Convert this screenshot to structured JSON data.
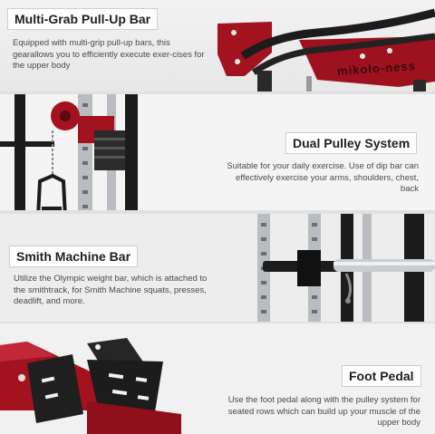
{
  "sections": [
    {
      "title": "Multi-Grab Pull-Up Bar",
      "description": "Equipped with multi-grip pull-up bars, this gearallows you to efficiently execute exer-cises for the upper body"
    },
    {
      "title": "Dual Pulley System",
      "description": "Suitable for your daily exercise. Use of dip bar can effectively exercise your arms, shoulders, chest, back"
    },
    {
      "title": "Smith Machine Bar",
      "description": "Utilize the Olympic weight bar, which is attached to the smithtrack, for Smith Machine squats, presses, deadlift, and more."
    },
    {
      "title": "Foot Pedal",
      "description": "Use the foot pedal along with the pulley system for seated rows which can build up your muscle of the upper body"
    }
  ],
  "brand_text": "mikolo-ness",
  "colors": {
    "frame_red": "#a3121f",
    "frame_black": "#1c1c1c",
    "steel": "#b9bcc0"
  }
}
